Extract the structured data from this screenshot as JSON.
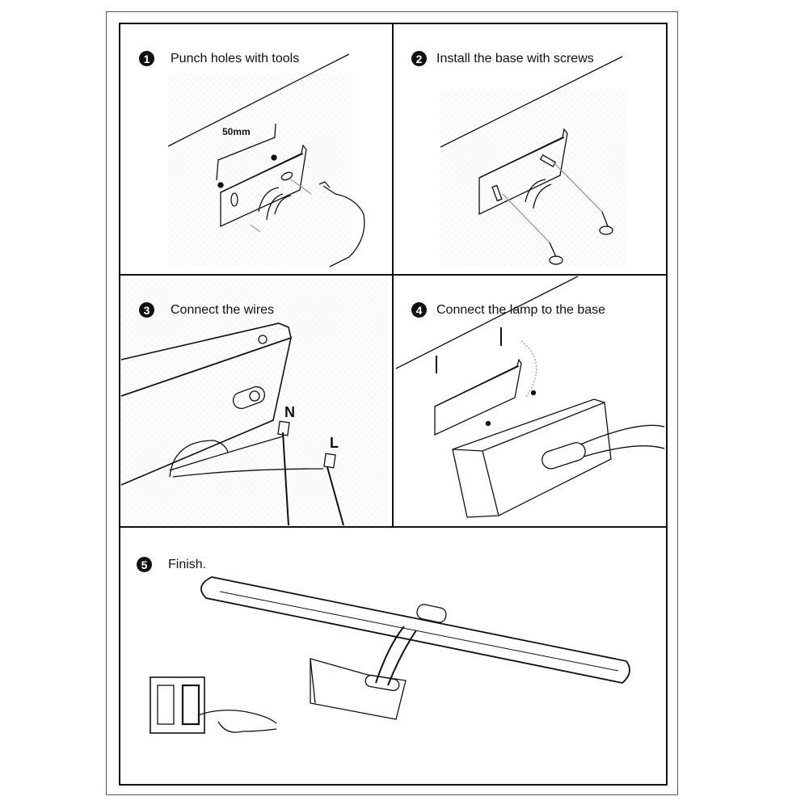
{
  "steps": [
    {
      "number": "1",
      "title": "Punch holes with tools"
    },
    {
      "number": "2",
      "title": "Install the base with screws"
    },
    {
      "number": "3",
      "title": "Connect the wires"
    },
    {
      "number": "4",
      "title": "Connect the lamp to the base"
    },
    {
      "number": "5",
      "title": "Finish."
    }
  ],
  "annotations": {
    "distance": "50mm",
    "neutral": "N",
    "live": "L"
  }
}
